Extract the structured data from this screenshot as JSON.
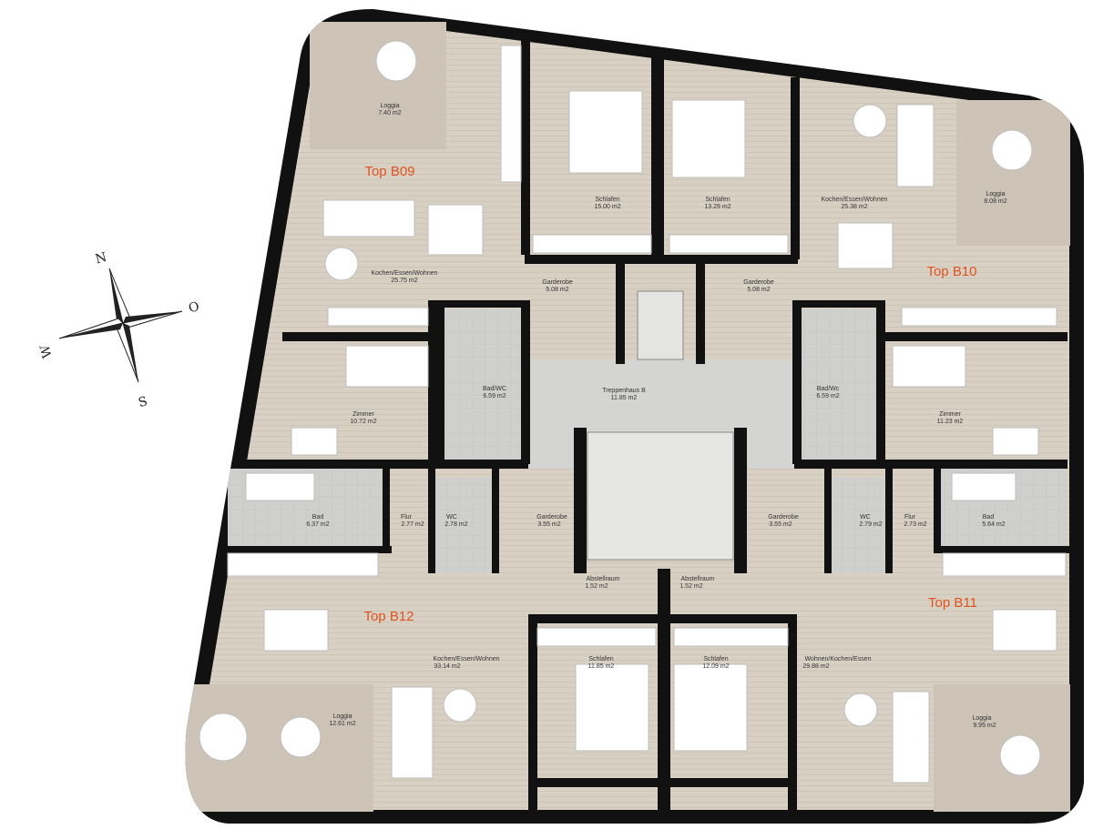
{
  "units": [
    {
      "id": "b09",
      "label": "Top B09"
    },
    {
      "id": "b10",
      "label": "Top B10"
    },
    {
      "id": "b11",
      "label": "Top B11"
    },
    {
      "id": "b12",
      "label": "Top B12"
    }
  ],
  "rooms": {
    "b09_loggia": {
      "name": "Loggia",
      "area": "7.40 m2"
    },
    "b09_kochen": {
      "name": "Kochen/Essen/Wohnen",
      "area": "25.75 m2"
    },
    "b09_schlafen": {
      "name": "Schlafen",
      "area": "15.00 m2"
    },
    "b09_garderobe": {
      "name": "Garderobe",
      "area": "5.08 m2"
    },
    "b09_badwc": {
      "name": "Bad/WC",
      "area": "6.59 m2"
    },
    "b09_zimmer": {
      "name": "Zimmer",
      "area": "10.72 m2"
    },
    "b10_schlafen": {
      "name": "Schlafen",
      "area": "13.29 m2"
    },
    "b10_kochen": {
      "name": "Kochen/Essen/Wohnen",
      "area": "25.38 m2"
    },
    "b10_loggia": {
      "name": "Loggia",
      "area": "8.08 m2"
    },
    "b10_garderobe": {
      "name": "Garderobe",
      "area": "5.08 m2"
    },
    "b10_badwc": {
      "name": "Bad/Wc",
      "area": "6.59 m2"
    },
    "b10_zimmer": {
      "name": "Zimmer",
      "area": "11.23 m2"
    },
    "stair": {
      "name": "Treppenhaus B",
      "area": "11.85 m2"
    },
    "b12_bad": {
      "name": "Bad",
      "area": "6.37 m2"
    },
    "b12_flur": {
      "name": "Flur",
      "area": "2.77 m2"
    },
    "b12_wc": {
      "name": "WC",
      "area": "2.78 m2"
    },
    "b12_garderobe": {
      "name": "Garderobe",
      "area": "3.55 m2"
    },
    "b12_abstell": {
      "name": "Abstellraum",
      "area": "1.52 m2"
    },
    "b12_kochen": {
      "name": "Kochen/Essen/Wohnen",
      "area": "33.14 m2"
    },
    "b12_schlafen": {
      "name": "Schlafen",
      "area": "11.85 m2"
    },
    "b12_loggia": {
      "name": "Loggia",
      "area": "12.61 m2"
    },
    "b11_garderobe": {
      "name": "Garderobe",
      "area": "3.55 m2"
    },
    "b11_wc": {
      "name": "WC",
      "area": "2.79 m2"
    },
    "b11_flur": {
      "name": "Flur",
      "area": "2.73 m2"
    },
    "b11_bad": {
      "name": "Bad",
      "area": "5.64 m2"
    },
    "b11_abstell": {
      "name": "Abstellraum",
      "area": "1.52 m2"
    },
    "b11_schlafen": {
      "name": "Schlafen",
      "area": "12.09 m2"
    },
    "b11_wohnen": {
      "name": "Wohnen/Kochen/Essen",
      "area": "29.88 m2"
    },
    "b11_loggia": {
      "name": "Loggia",
      "area": "9.95 m2"
    }
  },
  "compass": {
    "north": "N",
    "east": "O",
    "south": "S",
    "west": "W"
  },
  "colors": {
    "floor_wood": "#d9d0c4",
    "loggia_deck": "#cfc6ba",
    "wet_room_tile": "#cfcfcd",
    "stair_core": "#d4d4d2",
    "wall": "#111111",
    "unit_label": "#e0531f"
  }
}
